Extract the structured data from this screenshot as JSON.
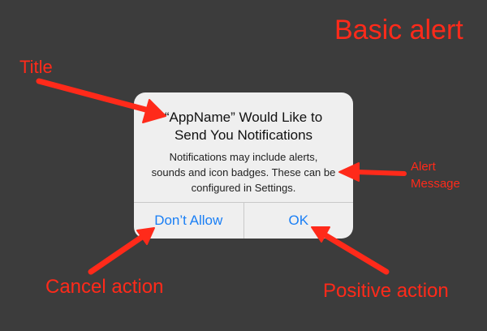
{
  "header": {
    "title": "Basic alert"
  },
  "annotations": {
    "title_label": "Title",
    "message_label_line1": "Alert",
    "message_label_line2": "Message",
    "cancel_label": "Cancel action",
    "positive_label": "Positive action"
  },
  "alert": {
    "title_line1": "“AppName” Would Like to",
    "title_line2": "Send You Notifications",
    "message_line1": "Notifications may include alerts,",
    "message_line2": "sounds and icon badges. These can be",
    "message_line3": "configured in Settings.",
    "cancel_button": "Don’t Allow",
    "ok_button": "OK"
  },
  "colors": {
    "background": "#3c3c3c",
    "annotation": "#ff2a1a",
    "alert_background": "#efefef",
    "button_text": "#1a7ff5"
  },
  "icons": [
    "arrow-title-icon",
    "arrow-message-icon",
    "arrow-cancel-icon",
    "arrow-positive-icon"
  ]
}
